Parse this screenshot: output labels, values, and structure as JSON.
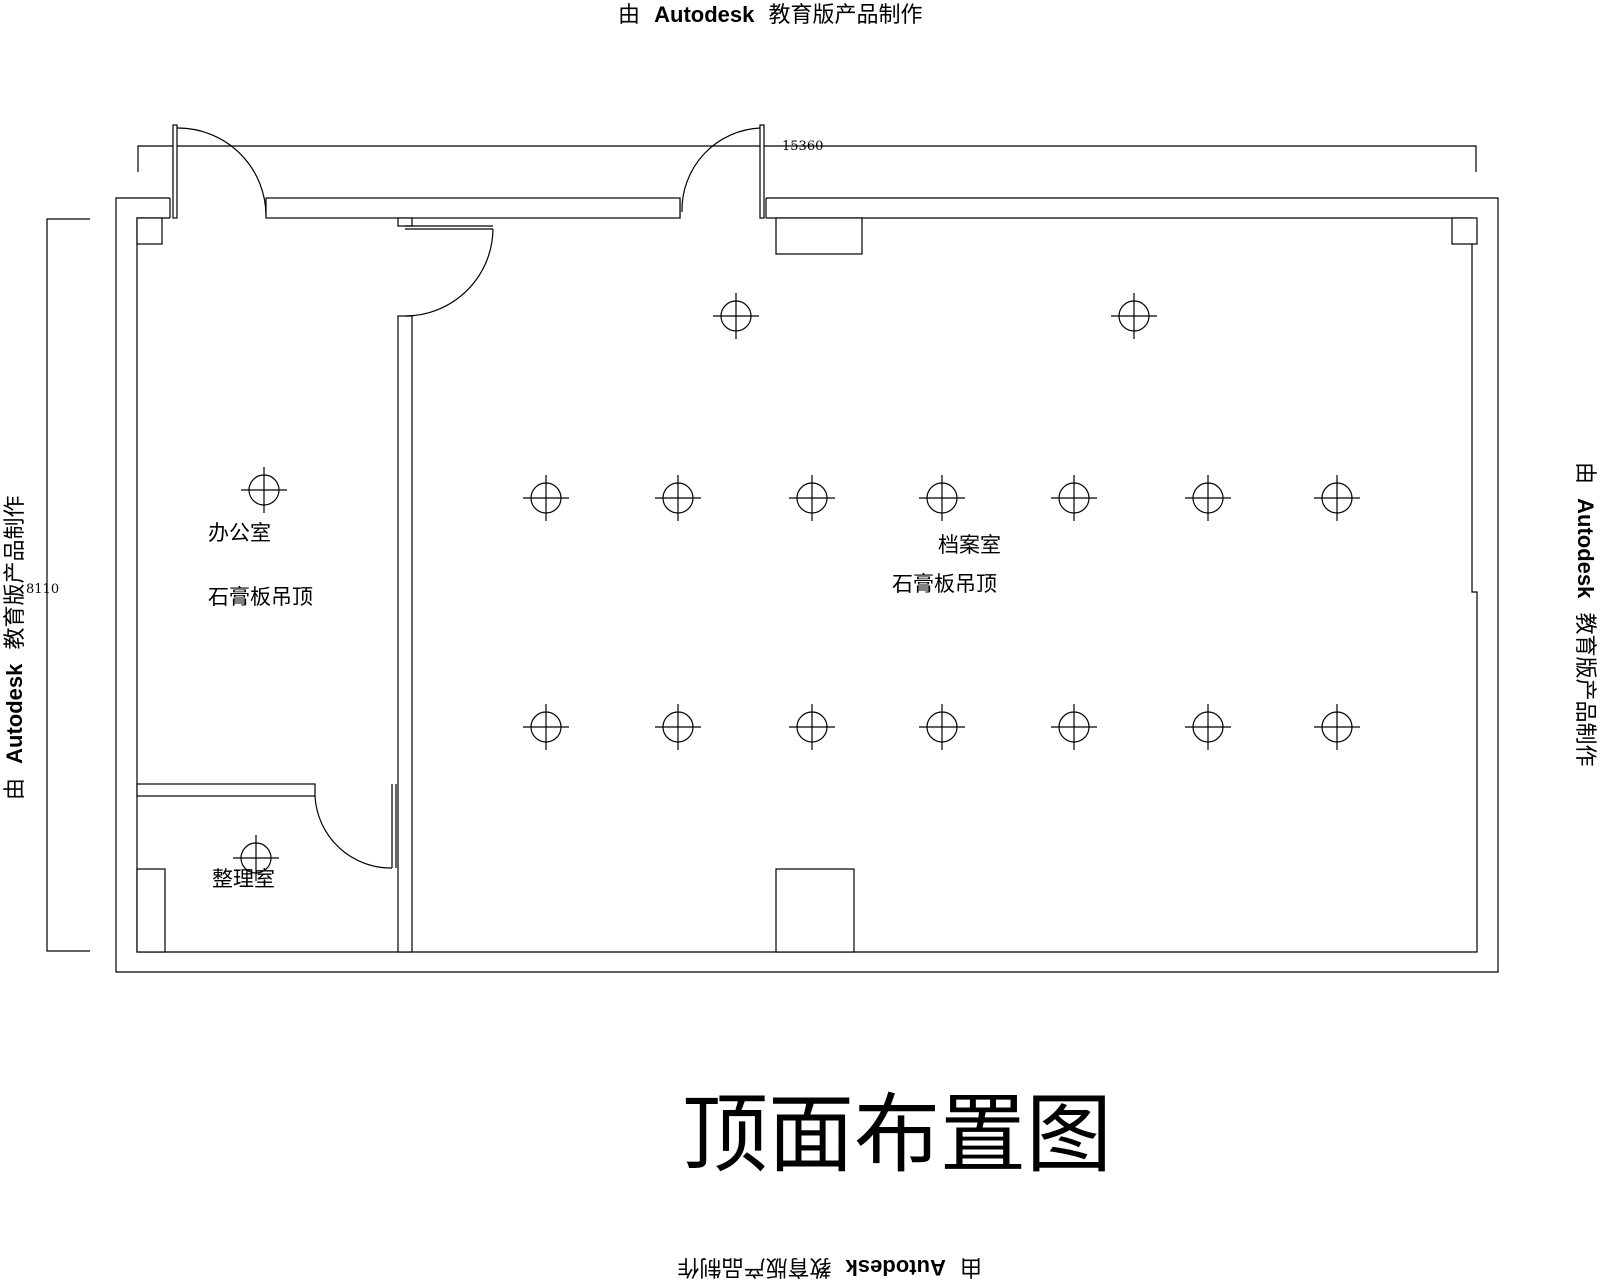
{
  "watermark": {
    "prefix": "由",
    "brand": "Autodesk",
    "suffix": "教育版产品制作"
  },
  "dimensions": {
    "width_label": "15360",
    "height_label": "8110"
  },
  "rooms": {
    "office": {
      "name": "办公室",
      "ceiling": "石膏板吊顶"
    },
    "archive": {
      "name": "档案室",
      "ceiling": "石膏板吊顶"
    },
    "sorting": {
      "name": "整理室"
    }
  },
  "drawing_title": "顶面布置图",
  "light_icon": "recessed-downlight-icon",
  "light_counts": {
    "archive": 16,
    "office": 1,
    "sorting": 1
  }
}
